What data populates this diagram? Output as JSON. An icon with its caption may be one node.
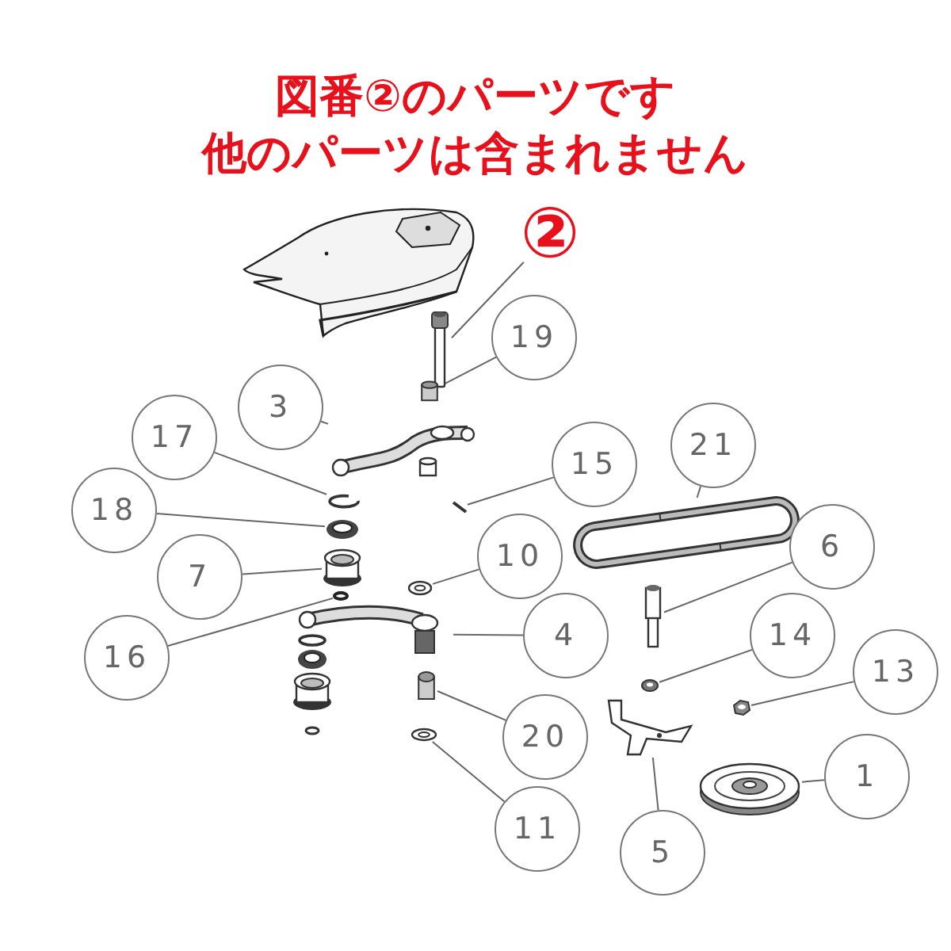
{
  "diagram": {
    "nodes": [
      {
        "text": [
          "②"
        ]
      },
      {
        "text": [],
        "shape": "picture"
      },
      {
        "text": [
          "19"
        ]
      },
      {
        "text": [],
        "shape": "cylinder"
      },
      {
        "text": [
          "3"
        ]
      },
      {
        "text": [],
        "shape": "picture"
      },
      {
        "text": [
          "17"
        ]
      },
      {
        "text": [],
        "shape": "picture"
      },
      {
        "text": [
          "15"
        ]
      },
      {
        "text": [],
        "shape": "picture"
      },
      {
        "text": [
          "21"
        ]
      },
      {
        "text": [],
        "shape": "ring"
      },
      {
        "text": [
          "18"
        ]
      },
      {
        "text": [],
        "shape": "picture"
      },
      {
        "text": [
          "10"
        ]
      },
      {
        "text": [],
        "shape": "picture"
      },
      {
        "text": [
          "7"
        ]
      },
      {
        "text": [],
        "shape": "picture"
      },
      {
        "text": [
          "6"
        ]
      },
      {
        "text": [],
        "shape": "picture"
      },
      {
        "text": [
          "16"
        ]
      },
      {
        "text": [],
        "shape": "ring"
      },
      {
        "text": [
          "4"
        ]
      },
      {
        "text": [],
        "shape": "picture"
      },
      {
        "text": [
          "14"
        ]
      },
      {
        "text": [],
        "shape": "picture"
      },
      {
        "text": [
          "13"
        ]
      },
      {
        "text": [],
        "shape": "picture"
      },
      {
        "text": [
          "20"
        ]
      },
      {
        "text": [],
        "shape": "cylinder"
      },
      {
        "text": [
          "5"
        ]
      },
      {
        "text": [],
        "shape": "picture"
      },
      {
        "text": [
          "11"
        ]
      },
      {
        "text": [],
        "shape": "picture"
      },
      {
        "text": [
          "1"
        ]
      },
      {
        "text": [],
        "shape": "picture"
      }
    ],
    "edges": [
      {
        "from": 0,
        "to": 1,
        "arrow": "none"
      },
      {
        "from": 2,
        "to": 3,
        "arrow": "none"
      },
      {
        "from": 4,
        "to": 5,
        "arrow": "none"
      },
      {
        "from": 6,
        "to": 7,
        "arrow": "none"
      },
      {
        "from": 8,
        "to": 9,
        "arrow": "none"
      },
      {
        "from": 10,
        "to": 11,
        "arrow": "none"
      },
      {
        "from": 12,
        "to": 13,
        "arrow": "none"
      },
      {
        "from": 14,
        "to": 15,
        "arrow": "none"
      },
      {
        "from": 16,
        "to": 17,
        "arrow": "none"
      },
      {
        "from": 18,
        "to": 19,
        "arrow": "none"
      },
      {
        "from": 20,
        "to": 21,
        "arrow": "none"
      },
      {
        "from": 22,
        "to": 23,
        "arrow": "none"
      },
      {
        "from": 24,
        "to": 25,
        "arrow": "none"
      },
      {
        "from": 26,
        "to": 27,
        "arrow": "none"
      },
      {
        "from": 28,
        "to": 29,
        "arrow": "none"
      },
      {
        "from": 30,
        "to": 31,
        "arrow": "none"
      },
      {
        "from": 32,
        "to": 33,
        "arrow": "none"
      },
      {
        "from": 34,
        "to": 35,
        "arrow": "none"
      }
    ],
    "labels": [
      "図番②のパーツです",
      "他のパーツは含まれません"
    ]
  }
}
